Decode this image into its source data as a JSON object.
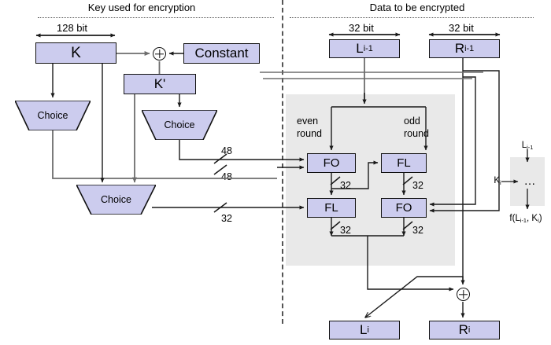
{
  "diagram": {
    "title_left": "Key used for encryption",
    "title_right": "Data to be encrypted",
    "key_schedule": {
      "width_label": "128 bit",
      "k_box": "K",
      "constant_box": "Constant",
      "kprime_box": "K'",
      "xor_symbol": "⊕",
      "choice_left": "Choice",
      "choice_right": "Choice",
      "choice_bottom": "Choice",
      "bus_48_upper": "48",
      "bus_48_lower": "48",
      "bus_32": "32"
    },
    "data_path": {
      "width_label_left": "32 bit",
      "width_label_right": "32 bit",
      "left_in": "L",
      "left_in_sub": "i-1",
      "right_in": "R",
      "right_in_sub": "i-1",
      "even_round_line1": "even",
      "even_round_line2": "round",
      "odd_round_line1": "odd",
      "odd_round_line2": "round",
      "fo_top": "FO",
      "fl_top": "FL",
      "fl_bottom": "FL",
      "fo_bottom": "FO",
      "bus_fo_top": "32",
      "bus_fl_top": "32",
      "bus_fl_bottom": "32",
      "bus_fo_bottom": "32",
      "xor_symbol": "⊕",
      "left_out": "L",
      "left_out_sub": "i",
      "right_out": "R",
      "right_out_sub": "i"
    },
    "legend": {
      "input_label": "L",
      "input_sub": "i-1",
      "key_label": "K",
      "key_sub": "i",
      "body_label": "…",
      "output_label": "f(L",
      "output_sub1": "i-1",
      "output_mid": ", K",
      "output_sub2": "i",
      "output_end": ")"
    },
    "colors": {
      "box_fill": "#ccccee",
      "box_stroke": "#111111",
      "panel_fill": "#e9e9e9",
      "wire_dark": "#1a1a1a",
      "wire_grey": "#6d6d6d",
      "divider": "#555555",
      "background": "#ffffff"
    }
  }
}
